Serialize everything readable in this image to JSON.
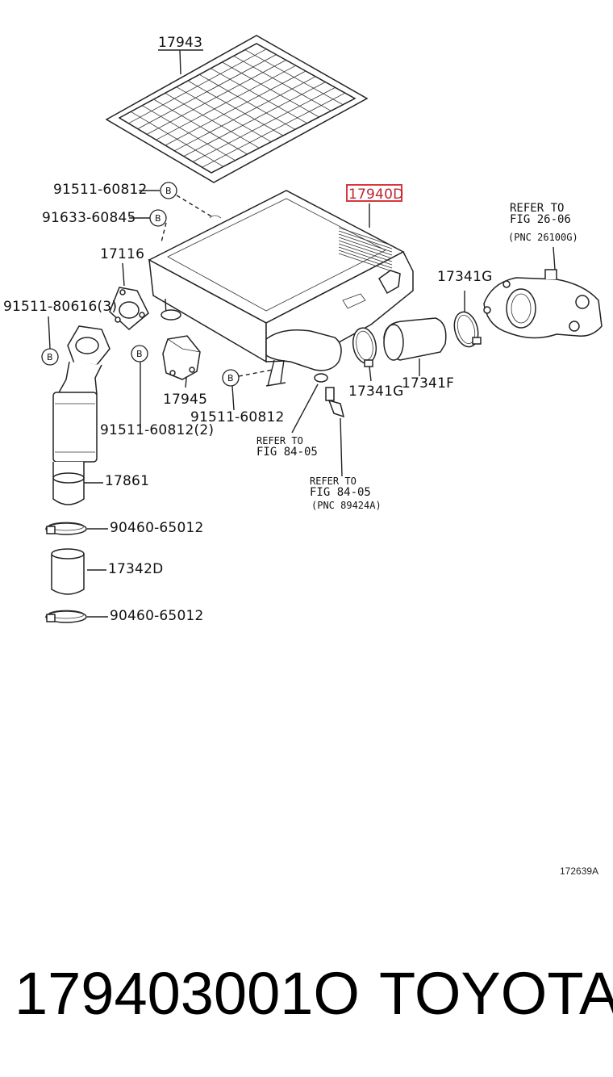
{
  "diagram": {
    "parts": {
      "grille": "17943",
      "intercooler": "17940D",
      "bolt_top": "91511-60812",
      "nut": "91633-60845",
      "gasket": "17116",
      "stud_bolt": "91511-80616(3)",
      "bracket": "17945",
      "bolt_bracket": "91511-60812(2)",
      "bolt_lower": "91511-60812",
      "clamp_right_top": "17341G",
      "clamp_right_bottom": "17341G",
      "hose_right": "17341F",
      "pipe": "17861",
      "clamp_1": "90460-65012",
      "hose_lower": "17342D",
      "clamp_2": "90460-65012"
    },
    "refer_throttle": {
      "line1": "REFER TO",
      "line2": "FIG 26-06",
      "line3": "(PNC 26100G)"
    },
    "refer_oring": {
      "line1": "REFER TO",
      "line2": "FIG 84-05"
    },
    "refer_sensor": {
      "line1": "REFER TO",
      "line2": "FIG 84-05",
      "line3": "(PNC 89424A)"
    },
    "bolt_marker": "B",
    "figure_code": "172639A",
    "highlight_color": "#d9363e"
  },
  "footer": {
    "part_number": "179403001O",
    "brand": "TOYOTA"
  }
}
